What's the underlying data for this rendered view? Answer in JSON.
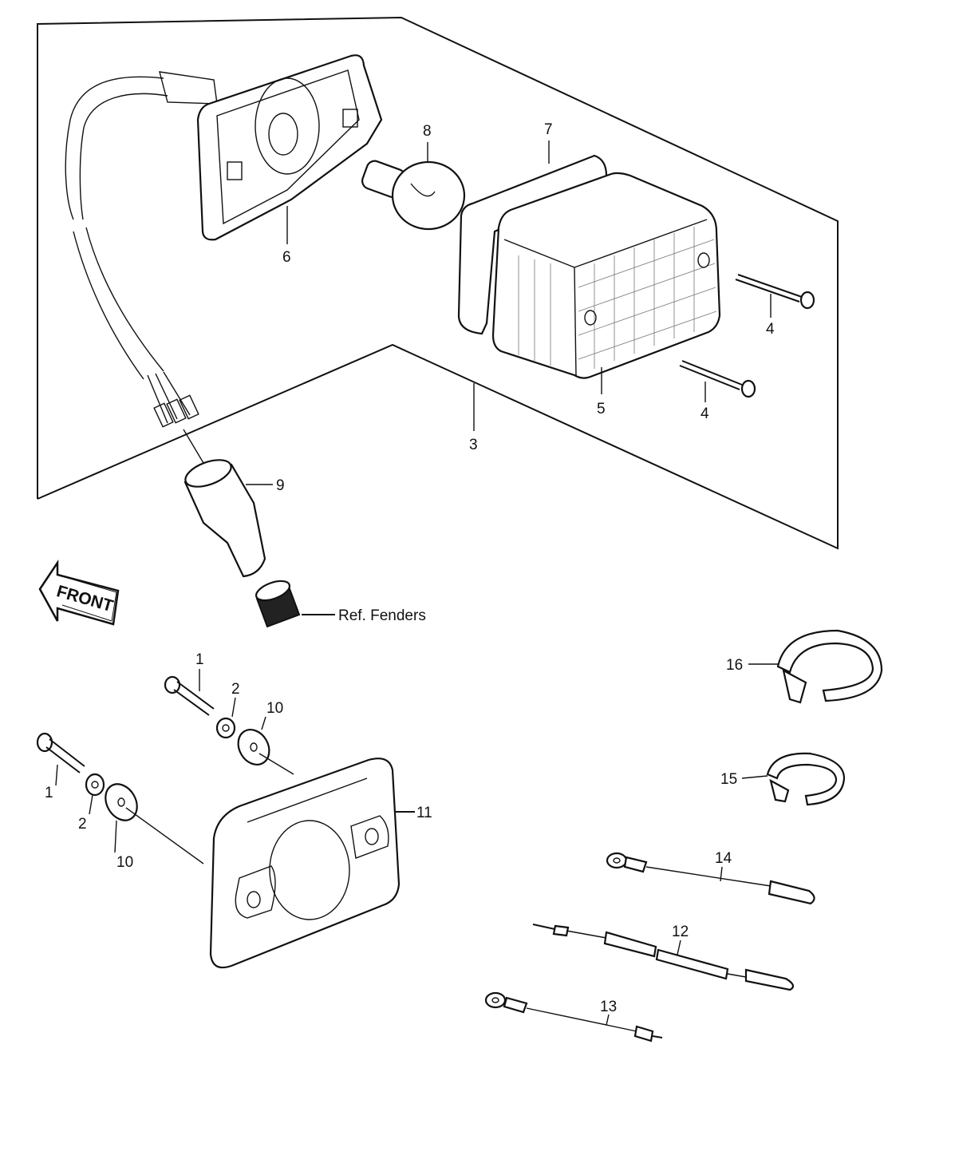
{
  "callouts": {
    "c1a": "1",
    "c1b": "1",
    "c2a": "2",
    "c2b": "2",
    "c3": "3",
    "c4a": "4",
    "c4b": "4",
    "c5": "5",
    "c6": "6",
    "c7": "7",
    "c8": "8",
    "c9": "9",
    "c10a": "10",
    "c10b": "10",
    "c11": "11",
    "c12": "12",
    "c13": "13",
    "c14": "14",
    "c15": "15",
    "c16": "16"
  },
  "front_arrow_label": "FRONT",
  "ref_fenders_label": "Ref. Fenders"
}
